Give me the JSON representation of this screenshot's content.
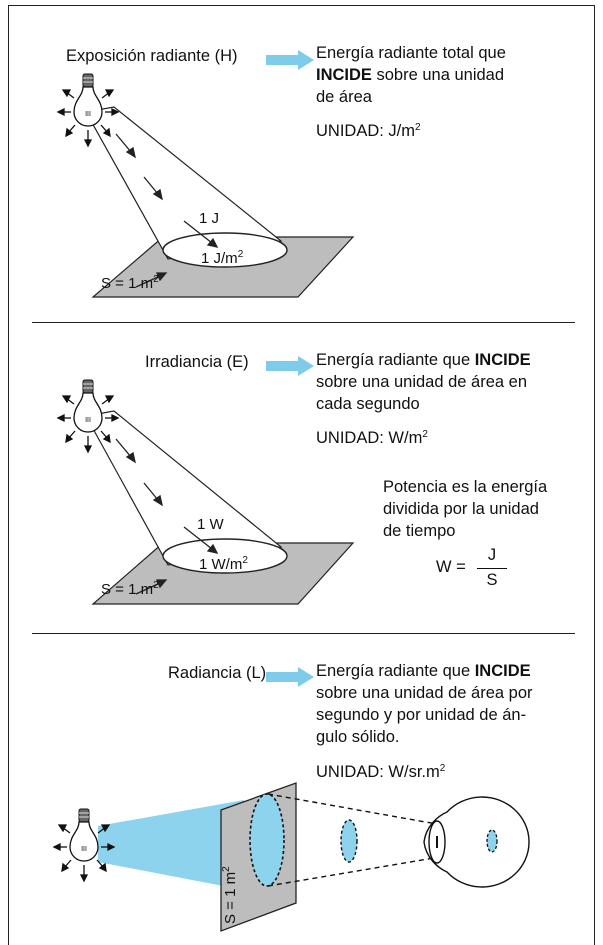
{
  "section1": {
    "title": "Exposición radiante (H)",
    "desc_line1": "Energía radiante total que",
    "desc_incide": "INCIDE",
    "desc_line2_rest": " sobre una unidad",
    "desc_line3": "de área",
    "unit_prefix": "UNIDAD: J/m",
    "unit_exp": "2",
    "label_energy": "1 J",
    "label_flux": "1 J/m",
    "label_flux_exp": "2",
    "label_area": "S = 1 m",
    "label_area_exp": "2"
  },
  "section2": {
    "title": "Irradiancia (E)",
    "desc_line1_pre": "Energía radiante que ",
    "desc_incide": "INCIDE",
    "desc_line2": "sobre una unidad de área en",
    "desc_line3": "cada segundo",
    "unit_prefix": "UNIDAD: W/m",
    "unit_exp": "2",
    "note_line1": "Potencia es la energía",
    "note_line2": "dividida por la unidad",
    "note_line3": "de tiempo",
    "formula_lhs": "W =",
    "formula_num": "J",
    "formula_den": "S",
    "label_energy": "1 W",
    "label_flux": "1 W/m",
    "label_flux_exp": "2",
    "label_area": "S = 1 m",
    "label_area_exp": "2"
  },
  "section3": {
    "title": "Radiancia (L)",
    "desc_line1_pre": "Energía radiante que ",
    "desc_incide": "INCIDE",
    "desc_line2": "sobre una unidad de área por",
    "desc_line3": "segundo y por unidad de án-",
    "desc_line4": "gulo sólido.",
    "unit": "UNIDAD: W/sr.m",
    "unit_exp": "2",
    "label_area": "S = 1 m",
    "label_area_exp": "2"
  },
  "colors": {
    "arrow_blue": "#7ecbea",
    "beam_blue": "#8ed3ee",
    "plane_gray": "#bdbdbd"
  },
  "icons": [
    "light-bulb-icon",
    "blue-right-arrow-icon",
    "eye-icon"
  ]
}
